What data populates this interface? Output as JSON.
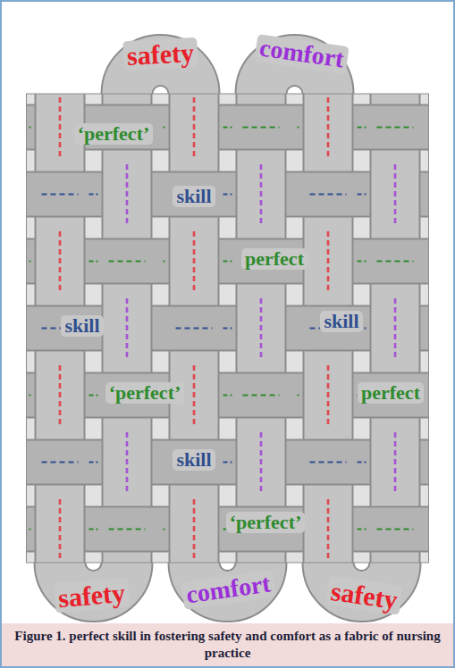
{
  "diagram": {
    "caption": "Figure 1. perfect skill in fostering safety and comfort as a fabric of nursing practice",
    "labels": [
      "safety",
      "comfort",
      "‘perfect’",
      "skill",
      "perfect",
      "skill",
      "skill",
      "‘perfect’",
      "perfect",
      "skill",
      "‘perfect’",
      "safety",
      "comfort",
      "safety"
    ]
  }
}
